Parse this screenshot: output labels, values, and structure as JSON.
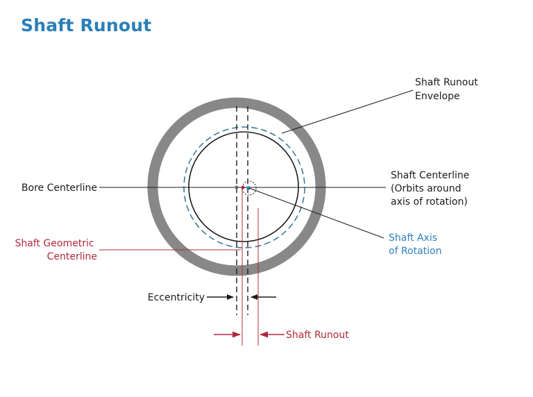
{
  "title": "Shaft Runout",
  "colors": {
    "title": "#2b7fb8",
    "ring": "#888888",
    "line": "#1a1a1a",
    "envelope": "#3b7a9a",
    "red": "#b0283a",
    "blue": "#2f7fbf"
  },
  "labels": {
    "envelope": [
      "Shaft Runout",
      "Envelope"
    ],
    "bore": "Bore Centerline",
    "shaft_centerline": [
      "Shaft Centerline",
      "(Orbits around",
      "axis of rotation)"
    ],
    "geometric": [
      "Shaft Geometric",
      "Centerline"
    ],
    "axis_rotation": [
      "Shaft Axis",
      "of Rotation"
    ],
    "eccentricity": "Eccentricity",
    "runout": "Shaft Runout"
  }
}
